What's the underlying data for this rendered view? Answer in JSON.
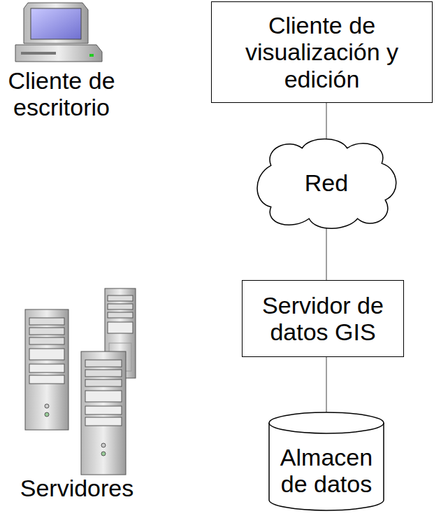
{
  "diagram": {
    "nodes": [
      {
        "text": [
          "Cliente de visualización y edición"
        ]
      },
      {
        "text": [
          "Red"
        ]
      },
      {
        "text": [
          "Servidor de datos GIS"
        ]
      },
      {
        "text": [
          "Almacen de datos"
        ]
      }
    ],
    "edges": [
      {
        "from": 0,
        "to": 1,
        "arrow": "none"
      },
      {
        "from": 1,
        "to": 2,
        "arrow": "none"
      },
      {
        "from": 2,
        "to": 3,
        "arrow": "none"
      }
    ],
    "labels": [
      "Cliente de escritorio",
      "Servidores"
    ]
  }
}
